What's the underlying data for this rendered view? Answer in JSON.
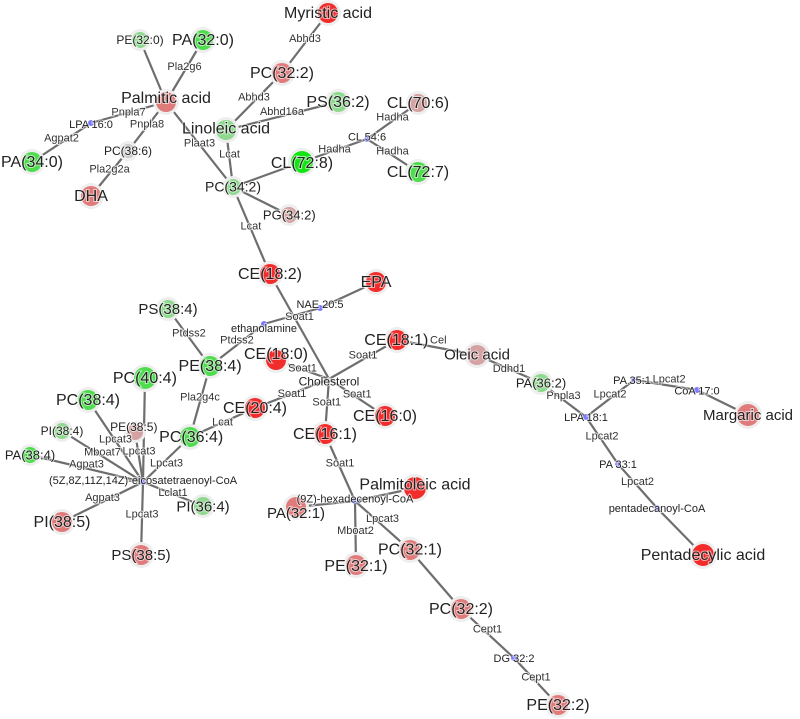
{
  "colors": {
    "red": "#f22b2b",
    "pink": "#e07b7b",
    "rosy": "#d4a2a2",
    "lightgreen": "#8fd98f",
    "green": "#4fdc4f",
    "brightgreen": "#14e414",
    "gray": "#c9c9c9",
    "enzyme_node": "#7b7bff",
    "edge": "#6e6e6e"
  },
  "nodes": [
    {
      "id": "myristic",
      "label": "Myristic acid",
      "color": "red"
    },
    {
      "id": "pe32_0",
      "label": "PE(32:0)",
      "color": "lightgreen"
    },
    {
      "id": "pa32_0",
      "label": "PA(32:0)",
      "color": "green"
    },
    {
      "id": "pc32_2a",
      "label": "PC(32:2)",
      "color": "pink"
    },
    {
      "id": "palmitic",
      "label": "Palmitic acid",
      "color": "pink"
    },
    {
      "id": "ps36_2",
      "label": "PS(36:2)",
      "color": "lightgreen"
    },
    {
      "id": "cl70_6",
      "label": "CL(70:6)",
      "color": "rosy"
    },
    {
      "id": "lpa16_0",
      "label": "LPA 16:0",
      "color": "enzyme_node"
    },
    {
      "id": "linoleic",
      "label": "Linoleic acid",
      "color": "lightgreen"
    },
    {
      "id": "cl54_6",
      "label": "CL 54:6",
      "color": "enzyme_node"
    },
    {
      "id": "pc38_6",
      "label": "PC(38:6)",
      "color": "gray"
    },
    {
      "id": "pa34_0",
      "label": "PA(34:0)",
      "color": "green"
    },
    {
      "id": "cl72_8",
      "label": "CL(72:8)",
      "color": "brightgreen"
    },
    {
      "id": "cl72_7",
      "label": "CL(72:7)",
      "color": "green"
    },
    {
      "id": "dha",
      "label": "DHA",
      "color": "pink"
    },
    {
      "id": "pc34_2",
      "label": "PC(34:2)",
      "color": "lightgreen"
    },
    {
      "id": "pg34_2",
      "label": "PG(34:2)",
      "color": "rosy"
    },
    {
      "id": "ce18_2",
      "label": "CE(18:2)",
      "color": "red"
    },
    {
      "id": "epa",
      "label": "EPA",
      "color": "red"
    },
    {
      "id": "nae20_5",
      "label": "NAE 20:5",
      "color": "enzyme_node"
    },
    {
      "id": "ps38_4",
      "label": "PS(38:4)",
      "color": "lightgreen"
    },
    {
      "id": "ethanolamine",
      "label": "ethanolamine",
      "color": "enzyme_node"
    },
    {
      "id": "pe38_4",
      "label": "PE(38:4)",
      "color": "green"
    },
    {
      "id": "ce18_0",
      "label": "CE(18:0)",
      "color": "red"
    },
    {
      "id": "ce18_1",
      "label": "CE(18:1)",
      "color": "red"
    },
    {
      "id": "oleic",
      "label": "Oleic acid",
      "color": "rosy"
    },
    {
      "id": "cholesterol",
      "label": "Cholesterol",
      "color": "gray"
    },
    {
      "id": "pc40_4",
      "label": "PC(40:4)",
      "color": "green"
    },
    {
      "id": "pc38_4",
      "label": "PC(38:4)",
      "color": "green"
    },
    {
      "id": "ce20_4",
      "label": "CE(20:4)",
      "color": "red"
    },
    {
      "id": "ce16_0",
      "label": "CE(16:0)",
      "color": "red"
    },
    {
      "id": "pi38_4",
      "label": "PI(38:4)",
      "color": "lightgreen"
    },
    {
      "id": "pe38_5",
      "label": "PE(38:5)",
      "color": "rosy"
    },
    {
      "id": "pc36_4",
      "label": "PC(36:4)",
      "color": "green"
    },
    {
      "id": "ce16_1",
      "label": "CE(16:1)",
      "color": "red"
    },
    {
      "id": "pa38_4",
      "label": "PA(38:4)",
      "color": "green"
    },
    {
      "id": "eicosa_coa",
      "label": "(5Z,8Z,11Z,14Z)-eicosatetraenoyl-CoA",
      "color": "enzyme_node"
    },
    {
      "id": "pi36_4",
      "label": "PI(36:4)",
      "color": "lightgreen"
    },
    {
      "id": "pi38_5",
      "label": "PI(38:5)",
      "color": "pink"
    },
    {
      "id": "ps38_5",
      "label": "PS(38:5)",
      "color": "pink"
    },
    {
      "id": "pa32_1",
      "label": "PA(32:1)",
      "color": "pink"
    },
    {
      "id": "hexa_coa",
      "label": "(9Z)-hexadecenoyl-CoA",
      "color": "enzyme_node"
    },
    {
      "id": "palmitoleic",
      "label": "Palmitoleic acid",
      "color": "red"
    },
    {
      "id": "pe32_1",
      "label": "PE(32:1)",
      "color": "pink"
    },
    {
      "id": "pc32_1",
      "label": "PC(32:1)",
      "color": "pink"
    },
    {
      "id": "pa36_2",
      "label": "PA(36:2)",
      "color": "lightgreen"
    },
    {
      "id": "pa35_1",
      "label": "PA 35:1",
      "color": "enzyme_node"
    },
    {
      "id": "lpa18_1",
      "label": "LPA 18:1",
      "color": "enzyme_node"
    },
    {
      "id": "coa17_0",
      "label": "CoA 17:0",
      "color": "enzyme_node"
    },
    {
      "id": "margaric",
      "label": "Margaric acid",
      "color": "pink"
    },
    {
      "id": "pa33_1",
      "label": "PA 33:1",
      "color": "enzyme_node"
    },
    {
      "id": "pentadecanoyl_coa",
      "label": "pentadecanoyl-CoA",
      "color": "enzyme_node"
    },
    {
      "id": "pentadecylic",
      "label": "Pentadecylic acid",
      "color": "red"
    },
    {
      "id": "pc32_2b",
      "label": "PC(32:2)",
      "color": "pink"
    },
    {
      "id": "dg32_2",
      "label": "DG 32:2",
      "color": "enzyme_node"
    },
    {
      "id": "pe32_2",
      "label": "PE(32:2)",
      "color": "pink"
    }
  ],
  "edges": [
    {
      "s": "myristic",
      "t": "pc32_2a",
      "label": "Abhd3"
    },
    {
      "s": "pc32_2a",
      "t": "linoleic",
      "label": "Abhd3"
    },
    {
      "s": "ps36_2",
      "t": "linoleic",
      "label": "Abhd16a"
    },
    {
      "s": "pa32_0",
      "t": "palmitic",
      "label": "Pla2g6"
    },
    {
      "s": "pe32_0",
      "t": "palmitic",
      "label": ""
    },
    {
      "s": "palmitic",
      "t": "lpa16_0",
      "label": "Pnpla7"
    },
    {
      "s": "lpa16_0",
      "t": "pa34_0",
      "label": "Agpat2"
    },
    {
      "s": "palmitic",
      "t": "pc38_6",
      "label": "Pnpla8"
    },
    {
      "s": "pc38_6",
      "t": "dha",
      "label": "Pla2g2a"
    },
    {
      "s": "palmitic",
      "t": "pc34_2",
      "label": "Plaat3"
    },
    {
      "s": "linoleic",
      "t": "pc34_2",
      "label": "Lcat"
    },
    {
      "s": "pc34_2",
      "t": "cl72_8",
      "label": ""
    },
    {
      "s": "cl72_8",
      "t": "cl54_6",
      "label": "Hadha"
    },
    {
      "s": "cl54_6",
      "t": "cl70_6",
      "label": "Hadha"
    },
    {
      "s": "cl54_6",
      "t": "cl72_7",
      "label": "Hadha"
    },
    {
      "s": "pc34_2",
      "t": "pg34_2",
      "label": ""
    },
    {
      "s": "pc34_2",
      "t": "ce18_2",
      "label": "Lcat"
    },
    {
      "s": "ce18_2",
      "t": "cholesterol",
      "label": "Soat1"
    },
    {
      "s": "epa",
      "t": "nae20_5",
      "label": ""
    },
    {
      "s": "nae20_5",
      "t": "ethanolamine",
      "label": ""
    },
    {
      "s": "ethanolamine",
      "t": "pe38_4",
      "label": "Ptdss2"
    },
    {
      "s": "ps38_4",
      "t": "pe38_4",
      "label": "Ptdss2"
    },
    {
      "s": "ce18_0",
      "t": "cholesterol",
      "label": "Soat1"
    },
    {
      "s": "ce18_1",
      "t": "cholesterol",
      "label": "Soat1"
    },
    {
      "s": "ce20_4",
      "t": "cholesterol",
      "label": "Soat1"
    },
    {
      "s": "ce16_0",
      "t": "cholesterol",
      "label": "Soat1"
    },
    {
      "s": "ce16_1",
      "t": "cholesterol",
      "label": "Soat1"
    },
    {
      "s": "ce18_1",
      "t": "oleic",
      "label": "Cel"
    },
    {
      "s": "oleic",
      "t": "pa36_2",
      "label": "Ddhd1"
    },
    {
      "s": "pa36_2",
      "t": "lpa18_1",
      "label": "Pnpla3"
    },
    {
      "s": "lpa18_1",
      "t": "pa35_1",
      "label": "Lpcat2"
    },
    {
      "s": "pa35_1",
      "t": "coa17_0",
      "label": "Lpcat2"
    },
    {
      "s": "coa17_0",
      "t": "margaric",
      "label": ""
    },
    {
      "s": "lpa18_1",
      "t": "pa33_1",
      "label": "Lpcat2"
    },
    {
      "s": "pa33_1",
      "t": "pentadecanoyl_coa",
      "label": "Lpcat2"
    },
    {
      "s": "pentadecanoyl_coa",
      "t": "pentadecylic",
      "label": ""
    },
    {
      "s": "pe38_4",
      "t": "pc36_4",
      "label": "Pla2g4c"
    },
    {
      "s": "ce20_4",
      "t": "pc36_4",
      "label": "Lcat"
    },
    {
      "s": "pc36_4",
      "t": "eicosa_coa",
      "label": "Lpcat3"
    },
    {
      "s": "pc40_4",
      "t": "eicosa_coa",
      "label": ""
    },
    {
      "s": "pc38_4",
      "t": "eicosa_coa",
      "label": "Lpcat3"
    },
    {
      "s": "pe38_5",
      "t": "eicosa_coa",
      "label": "Lpcat3"
    },
    {
      "s": "pi38_4",
      "t": "eicosa_coa",
      "label": "Mboat7"
    },
    {
      "s": "pa38_4",
      "t": "eicosa_coa",
      "label": "Agpat3"
    },
    {
      "s": "pi38_5",
      "t": "eicosa_coa",
      "label": "Agpat3"
    },
    {
      "s": "ps38_5",
      "t": "eicosa_coa",
      "label": "Lpcat3"
    },
    {
      "s": "pi36_4",
      "t": "eicosa_coa",
      "label": "Lclat1"
    },
    {
      "s": "ce16_1",
      "t": "hexa_coa",
      "label": "Soat1"
    },
    {
      "s": "palmitoleic",
      "t": "hexa_coa",
      "label": ""
    },
    {
      "s": "pa32_1",
      "t": "hexa_coa",
      "label": ""
    },
    {
      "s": "hexa_coa",
      "t": "pe32_1",
      "label": "Mboat2"
    },
    {
      "s": "hexa_coa",
      "t": "pc32_1",
      "label": "Lpcat3"
    },
    {
      "s": "pc32_1",
      "t": "pc32_2b",
      "label": ""
    },
    {
      "s": "pc32_2b",
      "t": "dg32_2",
      "label": "Cept1"
    },
    {
      "s": "dg32_2",
      "t": "pe32_2",
      "label": "Cept1"
    }
  ]
}
